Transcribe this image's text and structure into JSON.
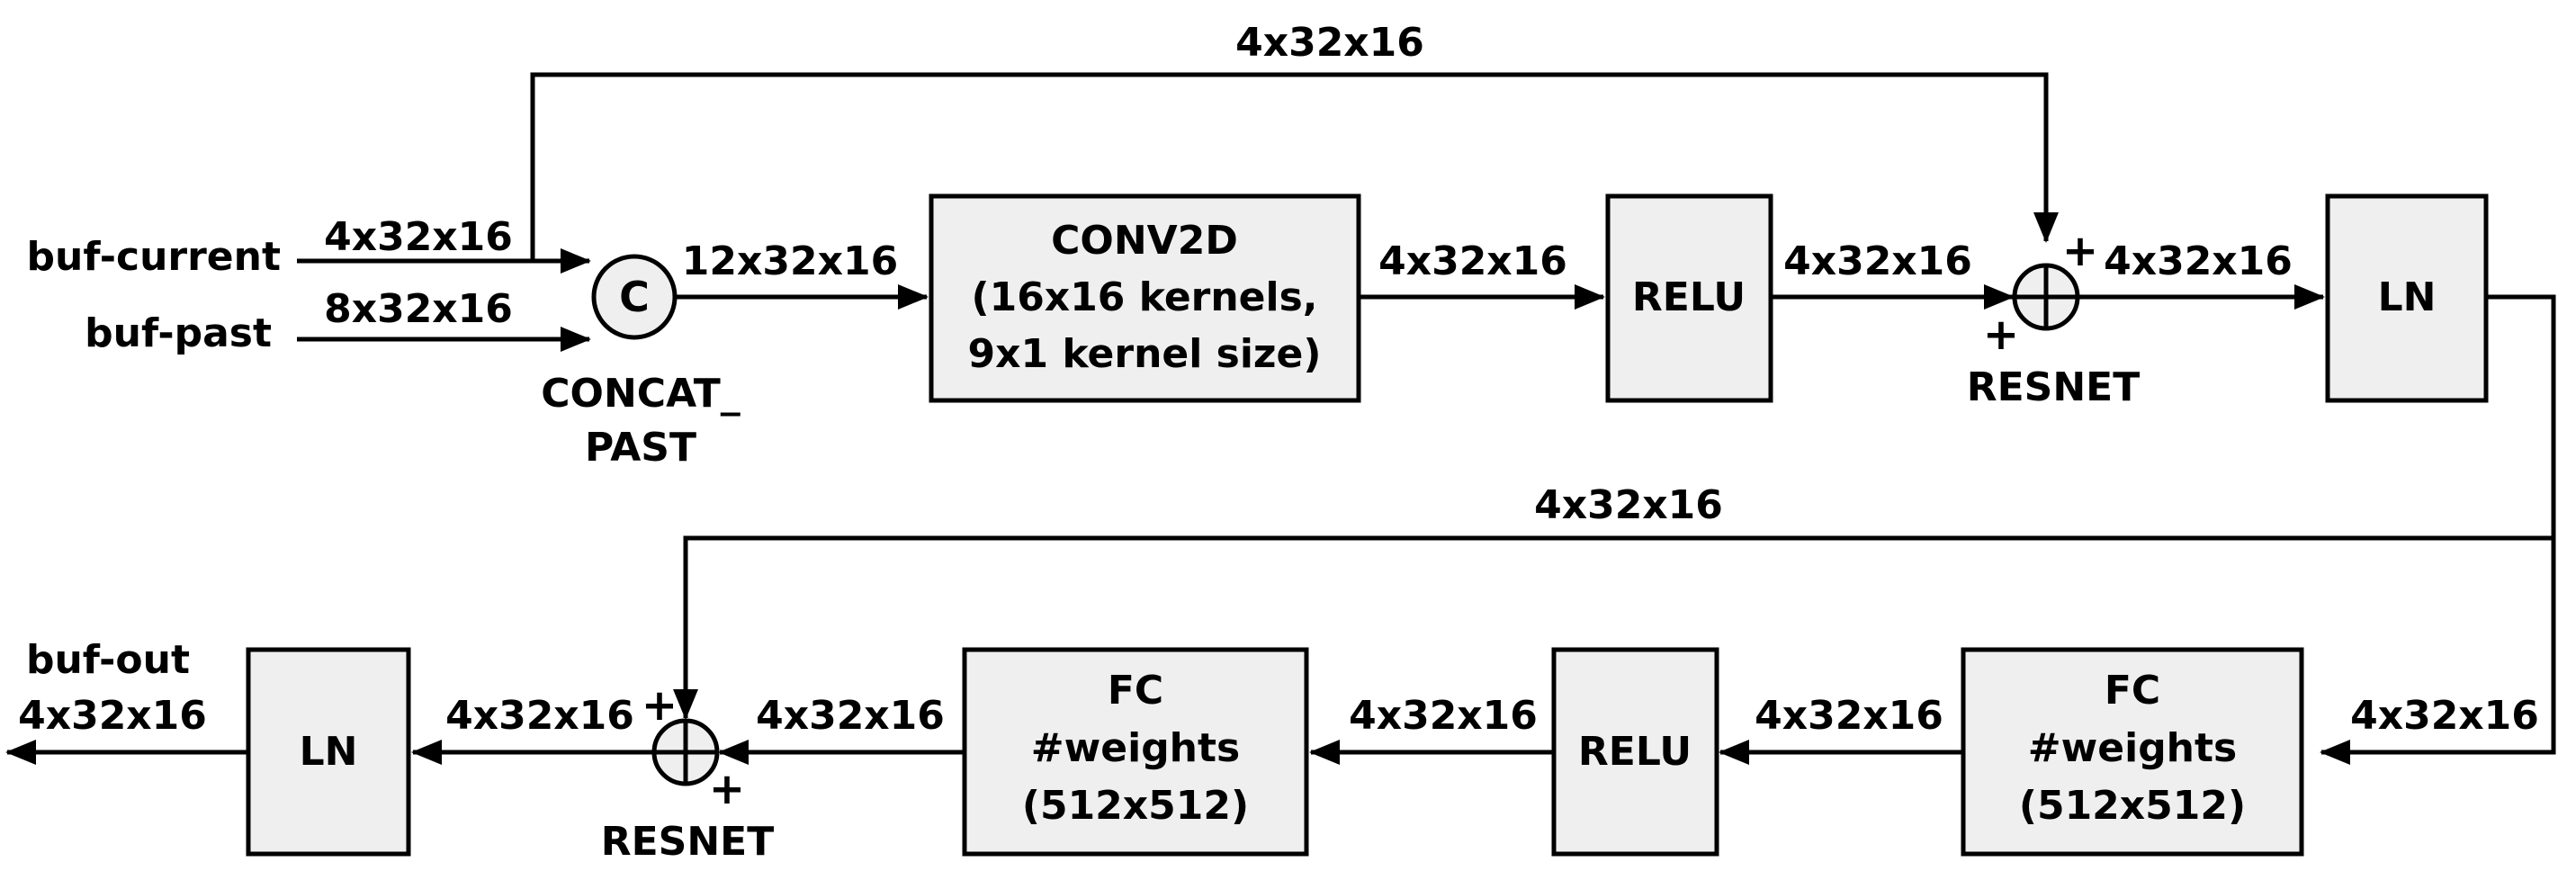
{
  "inputs": {
    "buf_current": "buf-current",
    "buf_past": "buf-past"
  },
  "output": {
    "label": "buf-out",
    "size": "4x32x16"
  },
  "edges": {
    "current_in": "4x32x16",
    "past_in": "8x32x16",
    "concat_out": "12x32x16",
    "conv_out": "4x32x16",
    "relu1_out": "4x32x16",
    "skip_top": "4x32x16",
    "resnet1_out": "4x32x16",
    "skip_bottom": "4x32x16",
    "ln1_to_fc1": "4x32x16",
    "fc1_out": "4x32x16",
    "relu2_out": "4x32x16",
    "fc2_out": "4x32x16",
    "resnet2_out": "4x32x16"
  },
  "nodes": {
    "concat": {
      "symbol": "C",
      "label_line1": "CONCAT_",
      "label_line2": "PAST"
    },
    "conv2d": {
      "line1": "CONV2D",
      "line2": "(16x16 kernels,",
      "line3": "9x1 kernel size)"
    },
    "relu1": "RELU",
    "resnet1": {
      "label": "RESNET",
      "plus_top": "+",
      "plus_bottom": "+"
    },
    "ln1": "LN",
    "fc1": {
      "line1": "FC",
      "line2": "#weights",
      "line3": "(512x512)"
    },
    "relu2": "RELU",
    "fc2": {
      "line1": "FC",
      "line2": "#weights",
      "line3": "(512x512)"
    },
    "resnet2": {
      "label": "RESNET",
      "plus_top": "+",
      "plus_bottom": "+"
    },
    "ln2": "LN"
  },
  "colors": {
    "box_fill": "#efefef",
    "stroke": "#000000"
  }
}
